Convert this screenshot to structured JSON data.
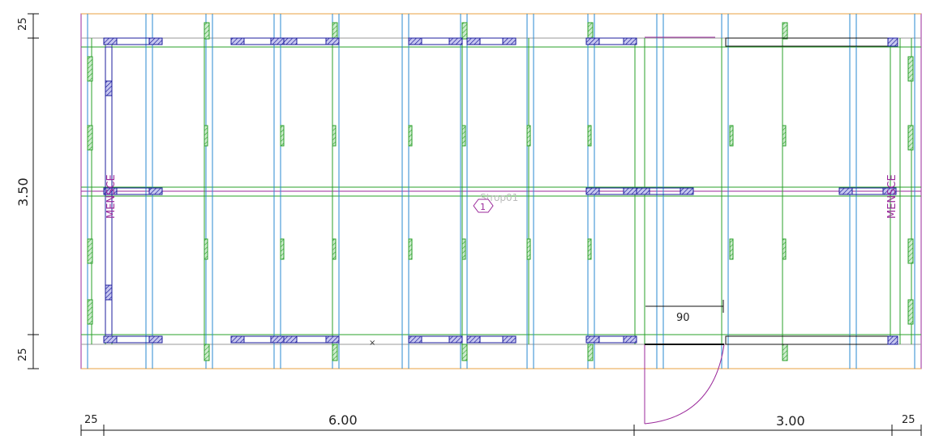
{
  "drawing": {
    "dimensions": {
      "left_top": "25",
      "left_middle": "3.50",
      "left_bottom": "25",
      "bottom_left": "25",
      "bottom_main": "6.00",
      "bottom_right_main": "3.00",
      "bottom_right": "25",
      "door_width": "90"
    },
    "room_labels": {
      "left": "MENSCE",
      "right": "MENSCE"
    },
    "slab_label": "Strop01",
    "slab_number": "1",
    "colors": {
      "outline": "#9b2a9b",
      "frame": "#e8a040",
      "grid_blue": "#2a8ad0",
      "beam_green": "#2aa02a",
      "window_blue": "#1c1c9c",
      "grey": "#9a9a9a"
    }
  }
}
